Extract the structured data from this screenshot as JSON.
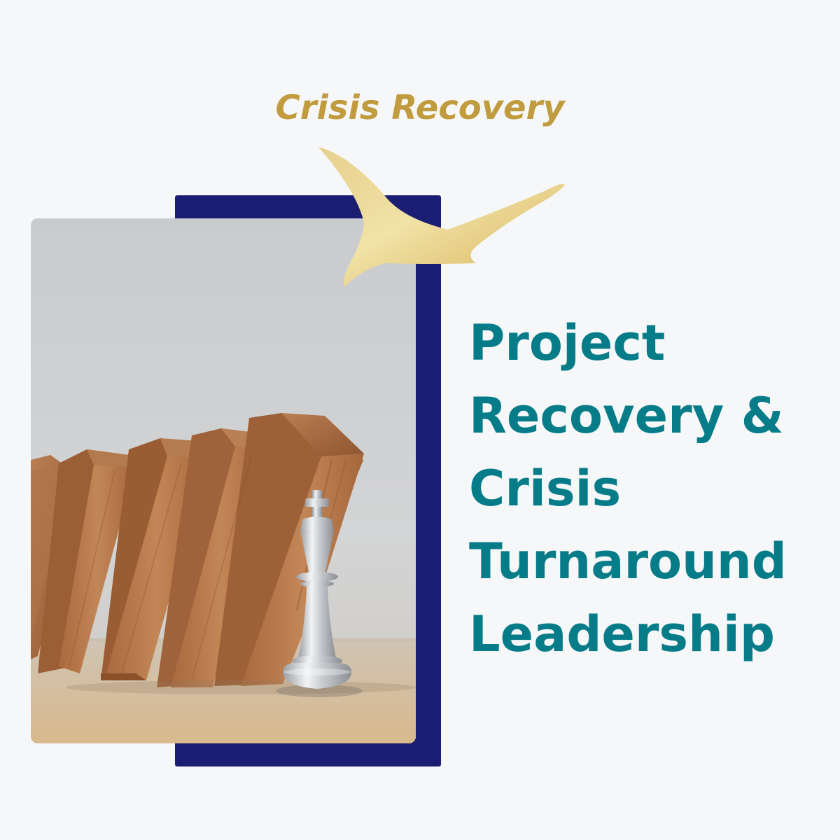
{
  "kicker": "Crisis Recovery",
  "headline": {
    "lines": [
      "Project",
      "Recovery &",
      "Crisis",
      "Turnaround",
      "Leadership"
    ]
  },
  "colors": {
    "background": "#f6f7f9",
    "gold": "#c19c3e",
    "navy": "#1a1d72",
    "teal": "#067c89"
  },
  "icons": {
    "bird": "gold-bird-icon",
    "photo": "falling-dominoes-chess-king-photo"
  }
}
